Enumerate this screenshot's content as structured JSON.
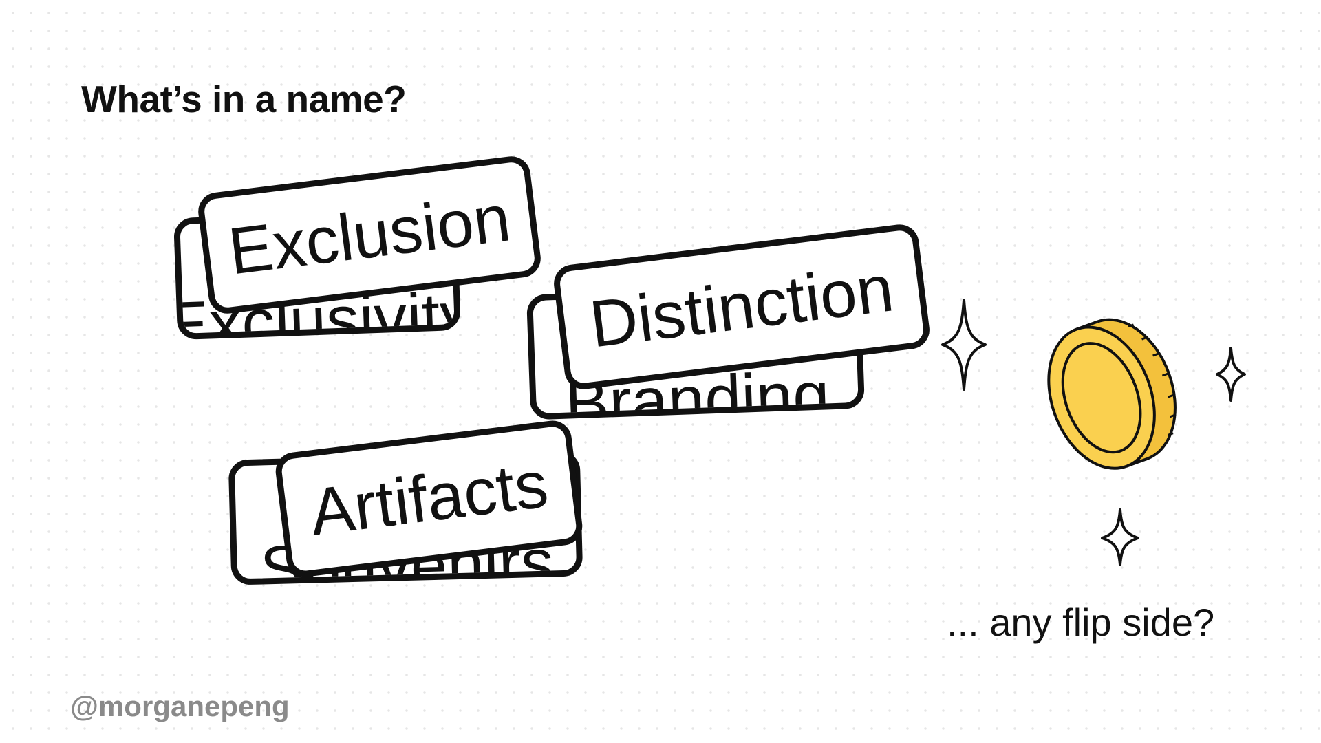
{
  "slide": {
    "title": "What’s in a name?",
    "caption": "... any flip side?",
    "handle": "@morganepeng"
  },
  "cards": [
    {
      "front": "Exclusion",
      "back": "Exclusivity"
    },
    {
      "front": "Distinction",
      "back": "Branding"
    },
    {
      "front": "Artifacts",
      "back": "Souvenirs"
    }
  ],
  "colors": {
    "coin": "#fad04f",
    "ink": "#111111",
    "handle": "#8a8a8a",
    "dots": "#e6e6e6"
  },
  "icons": [
    "coin-icon",
    "sparkle-icon"
  ]
}
